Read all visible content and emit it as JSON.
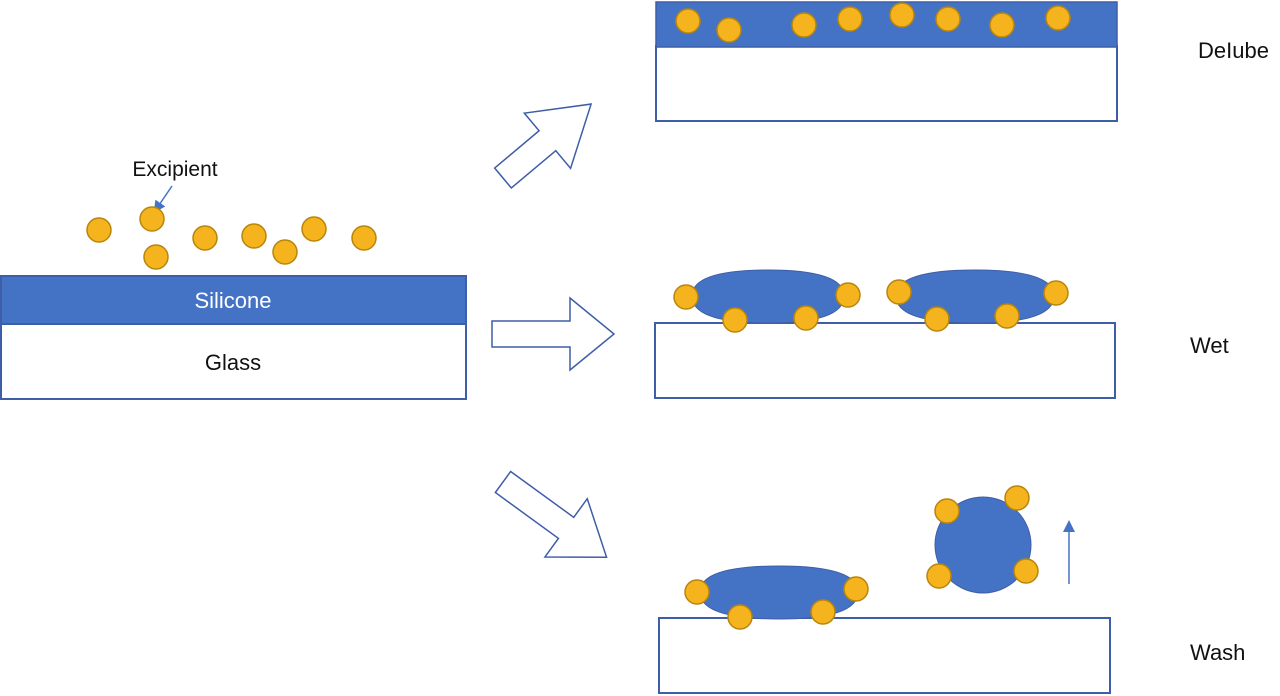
{
  "labels": {
    "excipient": "Excipient",
    "silicone": "Silicone",
    "glass": "Glass",
    "delube": "DeIube",
    "wet": "Wet",
    "wash": "Wash"
  },
  "colors": {
    "silicone_blue": "#4472C4",
    "excipient_yellow": "#F5B41E",
    "excipient_outline": "#B8860B",
    "glass_outline": "#3F5EA8",
    "arrow_outline": "#3F5EA8",
    "background": "#FFFFFF"
  }
}
